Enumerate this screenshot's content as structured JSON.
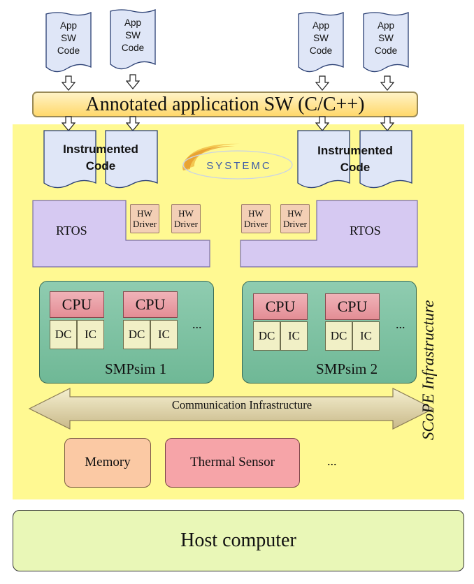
{
  "app_doc": {
    "lines": [
      "App",
      "SW",
      "Code"
    ]
  },
  "annotated": "Annotated application SW (C/C++)",
  "instrumented": {
    "lines": [
      "Instrumented",
      "Code"
    ]
  },
  "systemc_logo": "SYSTEMC",
  "rtos": "RTOS",
  "driver": {
    "lines": [
      "HW",
      "Driver"
    ]
  },
  "cpu": "CPU",
  "dc": "DC",
  "ic": "IC",
  "ellipsis": "...",
  "smp1": "SMPsim 1",
  "smp2": "SMPsim 2",
  "comm": "Communication Infrastructure",
  "memory": "Memory",
  "thermal": "Thermal Sensor",
  "more": "...",
  "host": "Host computer",
  "infra_label": "SCoPE Infrastructure",
  "colors": {
    "infrastructure_bg": "#fff992",
    "rtos_fill": "#d6c9f2",
    "smp_fill": "#7fc2a3",
    "cpu_fill": "#e9a0a7",
    "cache_fill": "#f1f0c6",
    "host_fill": "#e9f7b7",
    "memory_fill": "#fbc9a4",
    "thermal_fill": "#f6a4a8"
  }
}
